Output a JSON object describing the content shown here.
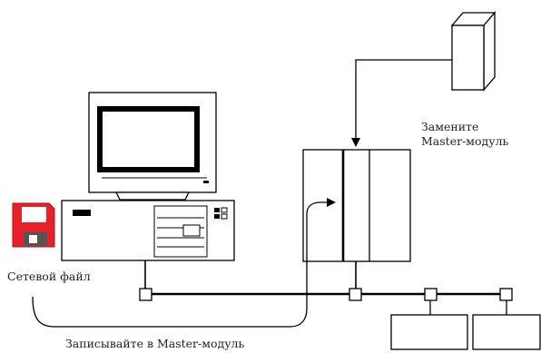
{
  "labels": {
    "replace_line1": "Замените",
    "replace_line2": "Master-модуль",
    "network_file": "Сетевой файл",
    "write_to_master": "Записывайте в Master-модуль"
  },
  "colors": {
    "line": "#000000",
    "floppy_body": "#e8202a",
    "floppy_label": "#ffffff",
    "floppy_shutter": "#555555",
    "text": "#222222"
  },
  "icons": {
    "computer": "desktop-computer-icon",
    "floppy": "floppy-disk-icon",
    "module": "master-module-icon",
    "plc": "plc-rack-icon",
    "node": "network-node-icon"
  }
}
